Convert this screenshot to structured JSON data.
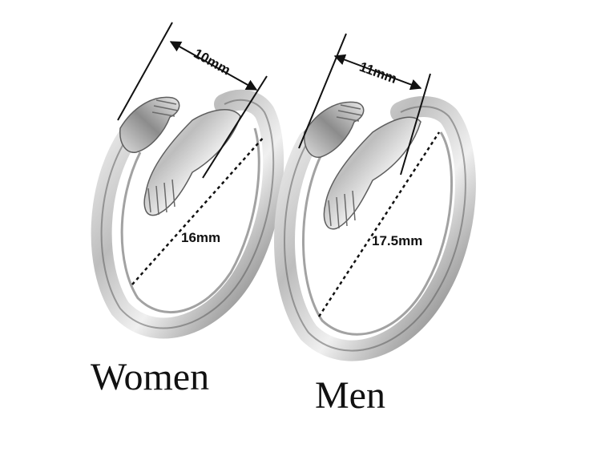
{
  "rings": [
    {
      "caption": "Women",
      "width_label": "10mm",
      "diameter_label": "16mm"
    },
    {
      "caption": "Men",
      "width_label": "11mm",
      "diameter_label": "17.5mm"
    }
  ],
  "colors": {
    "background": "#ffffff",
    "silver_light": "#f2f2f2",
    "silver_mid": "#bdbdbd",
    "silver_dark": "#5e5e5e",
    "dimension_lines": "#111111"
  }
}
